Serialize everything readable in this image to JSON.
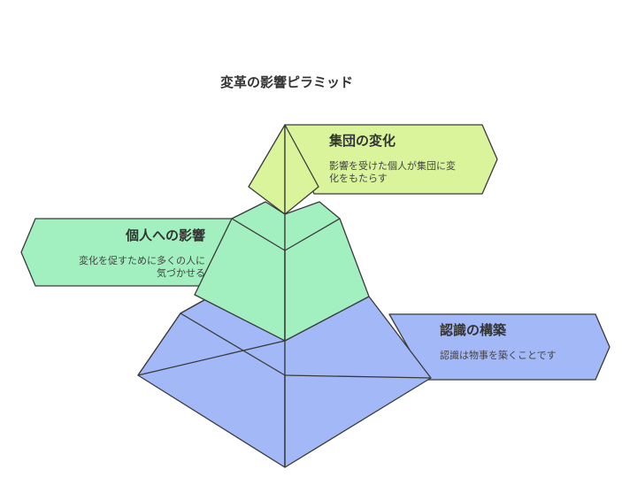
{
  "title": "変革の影響ピラミッド",
  "colors": {
    "top_tier": "#d9f49b",
    "middle_tier": "#a2f0bf",
    "bottom_tier": "#a3b8f7",
    "outline": "#3a3a3a",
    "text": "#333333"
  },
  "tiers": [
    {
      "key": "top",
      "heading": "集団の変化",
      "desc_lines": [
        "影響を受けた個人が集団に変",
        "化をもたらす"
      ]
    },
    {
      "key": "middle",
      "heading": "個人への影響",
      "desc_lines": [
        "変化を促すために多くの人に",
        "気づかせる"
      ]
    },
    {
      "key": "bottom",
      "heading": "認識の構築",
      "desc_lines": [
        "認識は物事を築くことです"
      ]
    }
  ]
}
